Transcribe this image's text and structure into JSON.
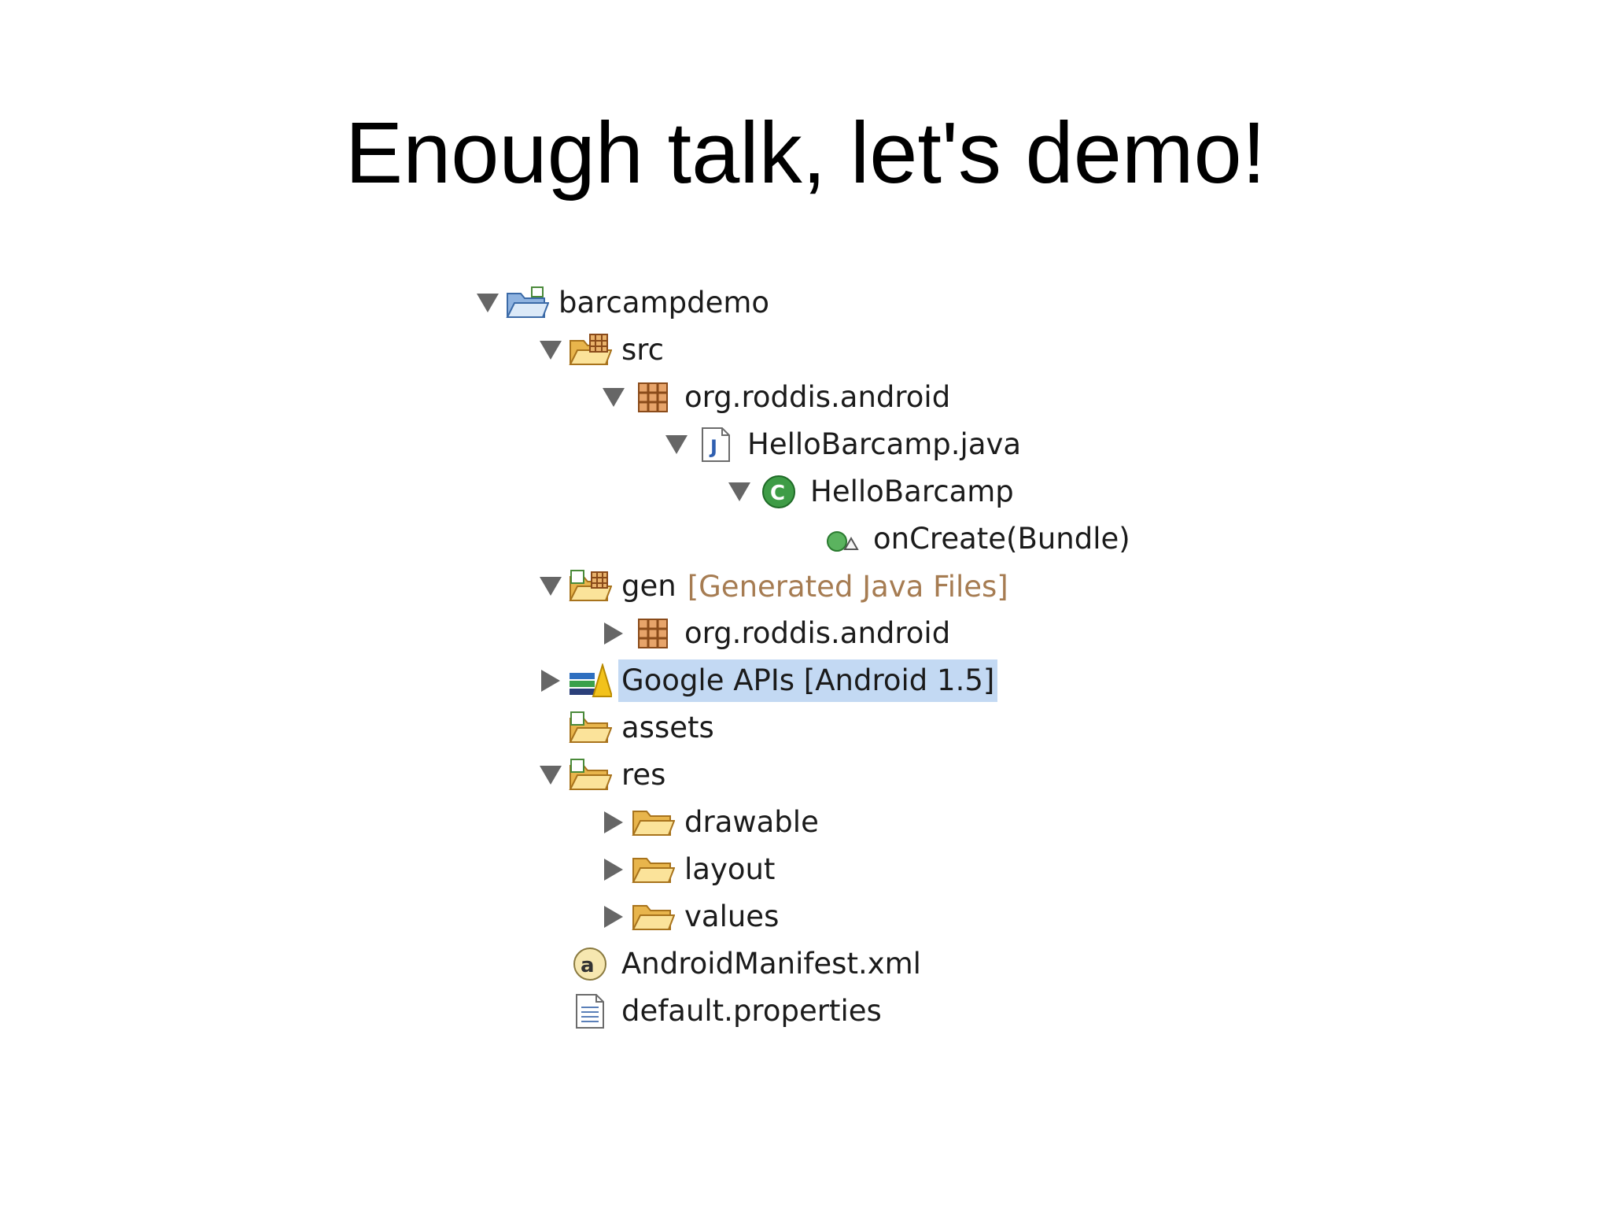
{
  "slide": {
    "title": "Enough talk, let's demo!"
  },
  "tree": {
    "nodes": [
      {
        "label": "barcampdemo",
        "icon": "project-folder-icon",
        "arrow": "expanded"
      },
      {
        "label": "src",
        "icon": "source-folder-icon",
        "arrow": "expanded"
      },
      {
        "label": "org.roddis.android",
        "icon": "package-icon",
        "arrow": "expanded"
      },
      {
        "label": "HelloBarcamp.java",
        "icon": "java-file-icon",
        "arrow": "expanded"
      },
      {
        "label": "HelloBarcamp",
        "icon": "class-icon",
        "arrow": "expanded"
      },
      {
        "label": "onCreate(Bundle)",
        "icon": "method-icon",
        "arrow": "none"
      },
      {
        "label": "gen",
        "decoration": "[Generated Java Files]",
        "icon": "generated-folder-icon",
        "arrow": "expanded"
      },
      {
        "label": "org.roddis.android",
        "icon": "package-icon",
        "arrow": "collapsed"
      },
      {
        "label": "Google APIs [Android 1.5]",
        "icon": "library-icon",
        "arrow": "collapsed",
        "selected": true
      },
      {
        "label": "assets",
        "icon": "resource-folder-icon",
        "arrow": "none"
      },
      {
        "label": "res",
        "icon": "resource-folder-icon",
        "arrow": "expanded"
      },
      {
        "label": "drawable",
        "icon": "folder-icon",
        "arrow": "collapsed"
      },
      {
        "label": "layout",
        "icon": "folder-icon",
        "arrow": "collapsed"
      },
      {
        "label": "values",
        "icon": "folder-icon",
        "arrow": "collapsed"
      },
      {
        "label": "AndroidManifest.xml",
        "icon": "android-manifest-icon",
        "arrow": "none"
      },
      {
        "label": "default.properties",
        "icon": "text-file-icon",
        "arrow": "none"
      }
    ]
  },
  "colors": {
    "selection": "#c3d9f3",
    "decoration": "#a67c52",
    "folder": "#f3c968"
  }
}
